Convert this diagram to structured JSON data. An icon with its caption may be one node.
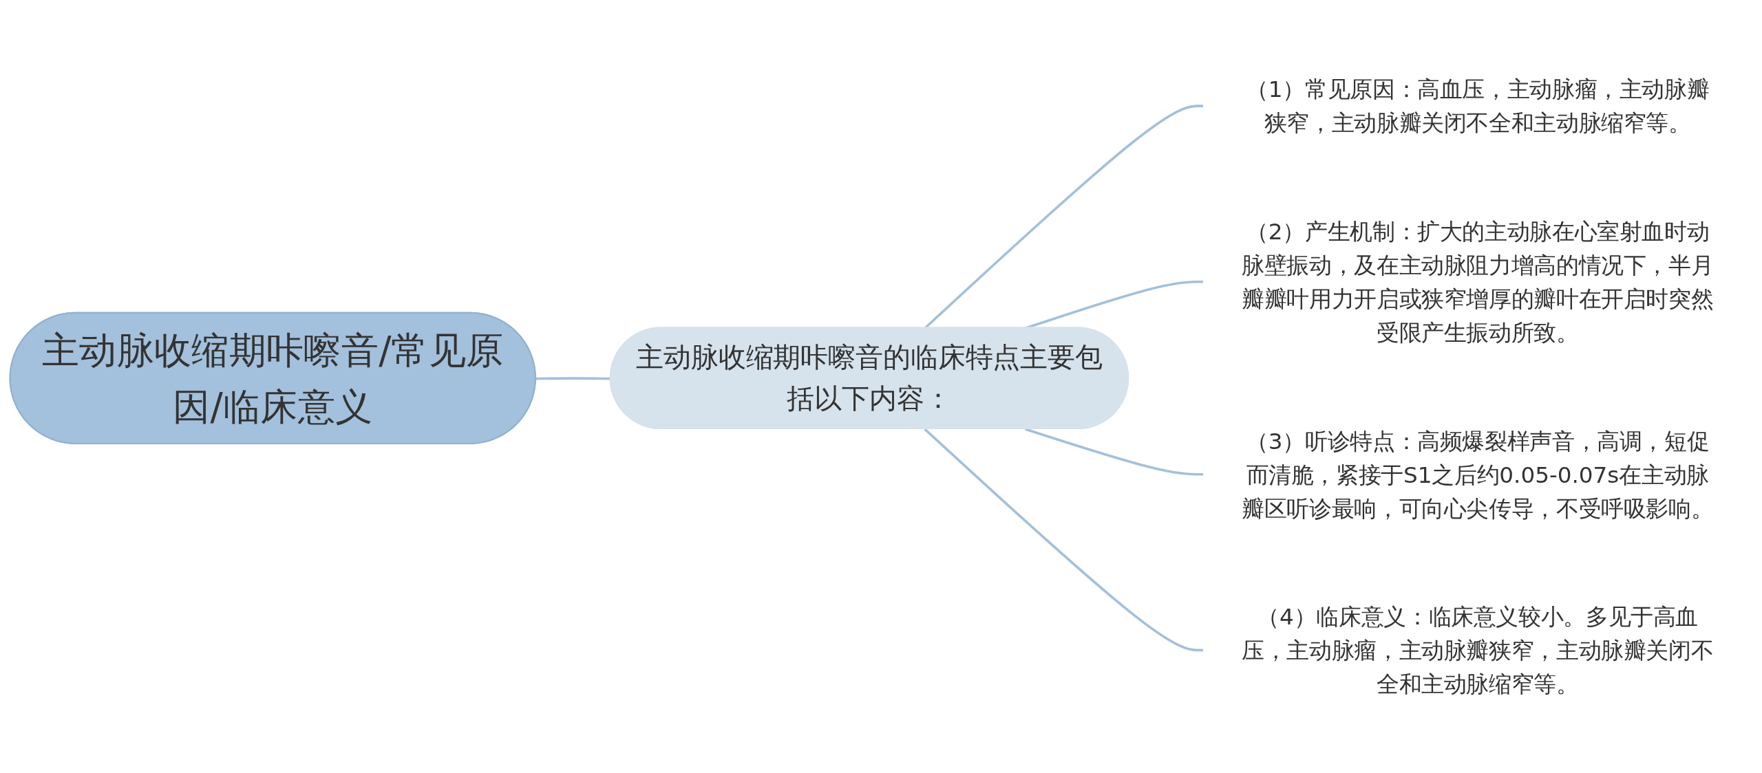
{
  "diagram": {
    "nodes": [
      {
        "text": [
          "主动脉收缩期咔嚓音/常见原因/临床意义"
        ]
      },
      {
        "text": [
          "主动脉收缩期咔嚓音的临床特点主要包括以下内容："
        ]
      },
      {
        "text": [
          "（1）常见原因：高血压，主动脉瘤，主动脉瓣狭窄，主动脉瓣关闭不全和主动脉缩窄等。"
        ]
      },
      {
        "text": [
          "（2）产生机制：扩大的主动脉在心室射血时动脉壁振动，及在主动脉阻力增高的情况下，半月瓣瓣叶用力开启或狭窄增厚的瓣叶在开启时突然受限产生振动所致。"
        ]
      },
      {
        "text": [
          "（3）听诊特点：高频爆裂样声音，高调，短促而清脆，紧接于S1之后约0.05-0.07s在主动脉瓣区听诊最响，可向心尖传导，不受呼吸影响。"
        ]
      },
      {
        "text": [
          "（4）临床意义：临床意义较小。多见于高血压，主动脉瘤，主动脉瓣狭窄，主动脉瓣关闭不全和主动脉缩窄等。"
        ]
      }
    ],
    "edges": [
      {
        "from": 0,
        "to": 1,
        "arrow": "none"
      },
      {
        "from": 1,
        "to": 2,
        "arrow": "none"
      },
      {
        "from": 1,
        "to": 3,
        "arrow": "none"
      },
      {
        "from": 1,
        "to": 4,
        "arrow": "none"
      },
      {
        "from": 1,
        "to": 5,
        "arrow": "none"
      }
    ]
  }
}
